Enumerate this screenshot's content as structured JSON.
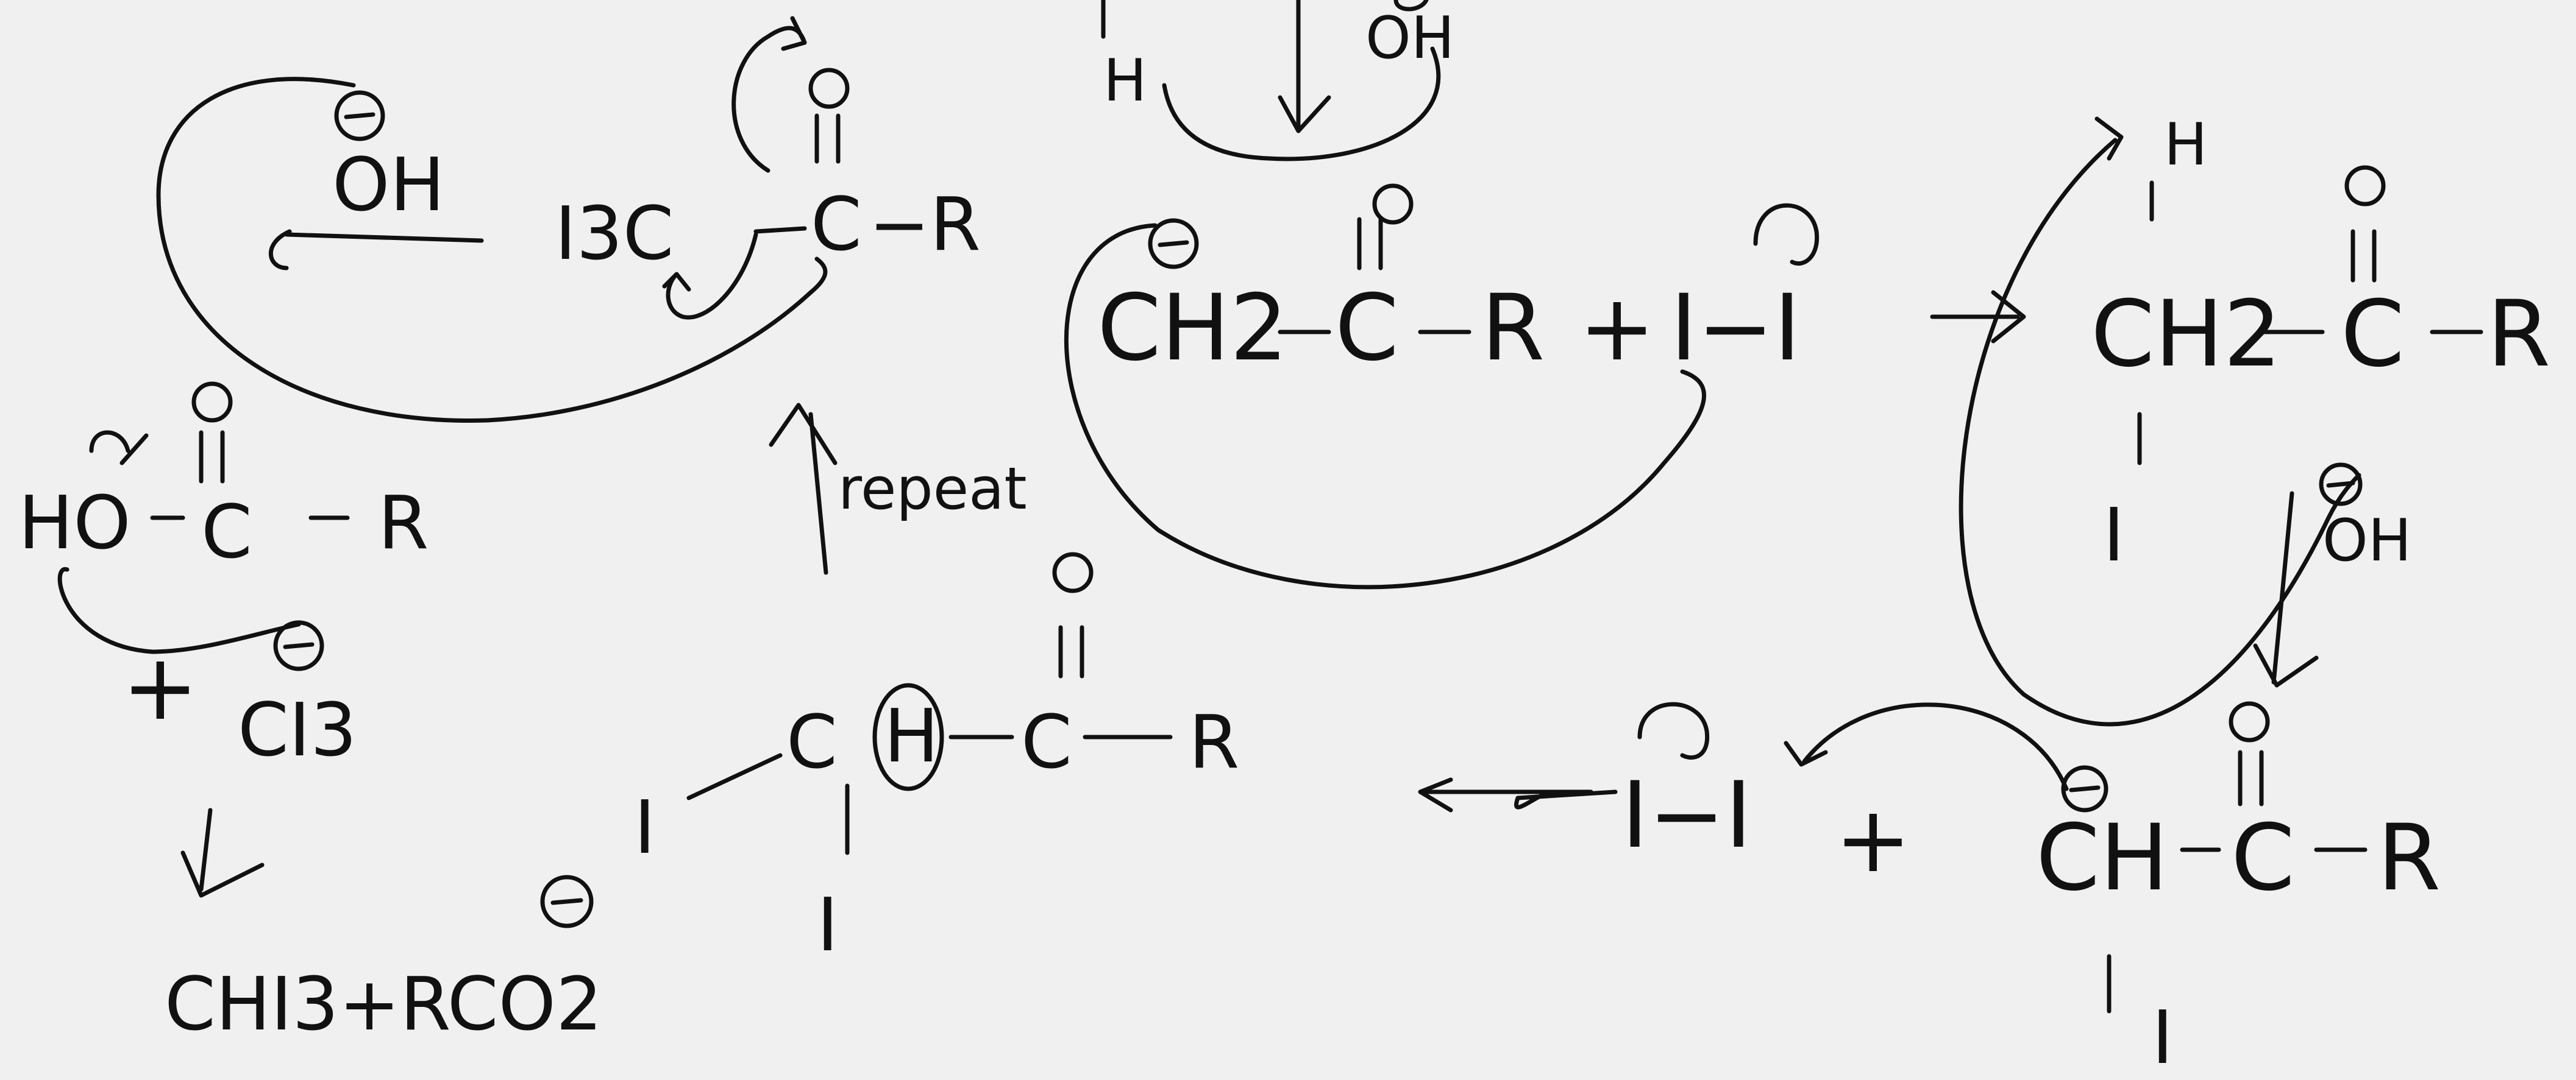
{
  "labels": {
    "oh_1": "OH",
    "i3c": "I3C",
    "c_carbonyl_1": "C",
    "dash_r_1": "−R",
    "o_1": "O",
    "ho": "HO",
    "c_2": "C",
    "r_2": "R",
    "o_2": "O",
    "ci3": "CI3",
    "plus_1": "+",
    "chi3_rco2": "CHI3+RCO2",
    "repeat": "repeat",
    "i_left": "I",
    "ch_mid": "C",
    "h_circled": "H",
    "c_mid2": "C",
    "r_mid": "R",
    "o_mid": "O",
    "i_below_mid": "I",
    "h_top": "H",
    "oh_top": "OH",
    "ch2_top": "CH2",
    "c_top": "C",
    "r_top": "R",
    "plus_top": "+",
    "i_i": "I−I",
    "o_top": "O",
    "h_right": "H",
    "ch2_right": "CH2",
    "c_right": "C",
    "r_right": "R",
    "o_right": "O",
    "i_right": "I",
    "oh_right": "OH",
    "i_i_bottom": "I−I",
    "plus_bottom": "+",
    "ch_bottom": "CH",
    "c_bottom": "C",
    "r_bottom": "R",
    "o_bottom": "O",
    "i_bottom": "I",
    "minus_sign": "⊖"
  }
}
